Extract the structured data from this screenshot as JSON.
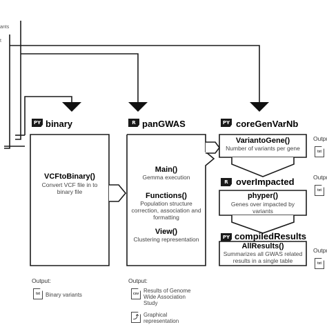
{
  "left_cut_labels": [
    "ants",
    "t"
  ],
  "nodes": {
    "binary": {
      "tag": "PY",
      "title": "binary"
    },
    "pangwas": {
      "tag": "R",
      "title": "panGWAS"
    },
    "coregen": {
      "tag": "PY",
      "title": "coreGenVarNb"
    },
    "overimpacted": {
      "tag": "R",
      "title": "overImpacted"
    },
    "compiled": {
      "tag": "PY",
      "title": "compiledResults"
    }
  },
  "functions": {
    "vcf": {
      "name": "VCFtoBinary()",
      "desc": "Convert VCF file in to binary file"
    },
    "main": {
      "name": "Main()",
      "desc": "Gemma execution"
    },
    "functions": {
      "name": "Functions()",
      "desc": "Population structure correction, association and formatting"
    },
    "view": {
      "name": "View()",
      "desc": "Clustering representation"
    },
    "variant": {
      "name": "VariantoGene()",
      "desc": "Number of variants per gene"
    },
    "phyper": {
      "name": "phyper()",
      "desc": "Genes over impacted by variants"
    },
    "allresults": {
      "name": "AllResults()",
      "desc": "Summarizes all GWAS related results in a single table"
    }
  },
  "outputs": {
    "binary": {
      "label": "Output:",
      "icon": "txt",
      "item": "Binary variants"
    },
    "pangwas": {
      "label": "Output:",
      "item1": {
        "icon": "csv",
        "lines": [
          "Results of Genome",
          "Wide Association",
          "Study"
        ]
      },
      "item2": {
        "icon": "chart",
        "lines": [
          "Graphical",
          "representation"
        ]
      }
    },
    "right_cut": {
      "label": "Outpu",
      "icon": "txt"
    }
  }
}
